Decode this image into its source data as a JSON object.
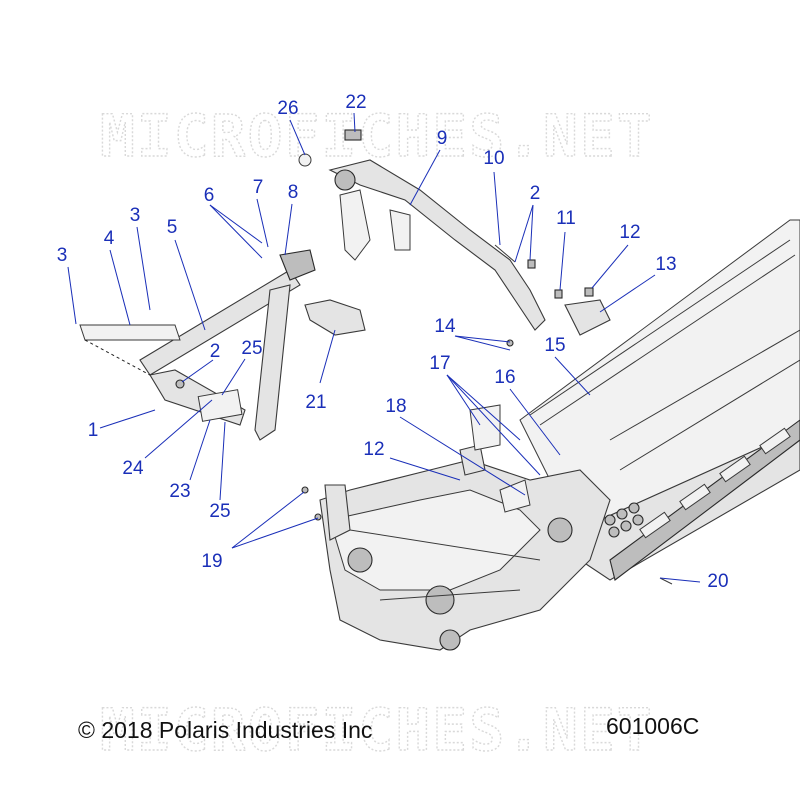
{
  "watermark": "MICROFICHES.NET",
  "copyright": "© 2018 Polaris Industries Inc",
  "figure_code": "601006C",
  "callouts": [
    "1",
    "2",
    "3",
    "4",
    "5",
    "6",
    "7",
    "8",
    "9",
    "10",
    "11",
    "12",
    "13",
    "14",
    "15",
    "16",
    "17",
    "18",
    "19",
    "20",
    "21",
    "22",
    "23",
    "24",
    "25",
    "26"
  ],
  "colors": {
    "callout": "#1a2fb8",
    "line_art": "#3a3a3a"
  }
}
